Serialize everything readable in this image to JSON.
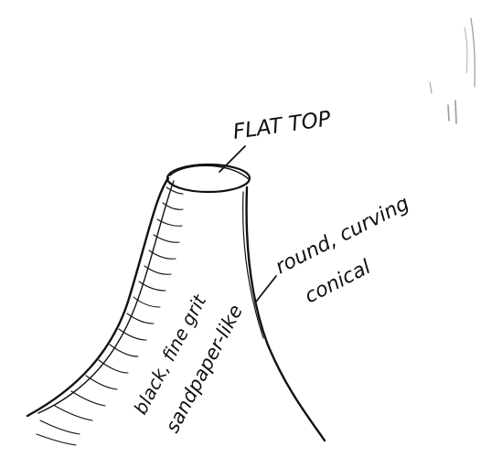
{
  "labels": {
    "top": "FLAT TOP",
    "shape_line1": "round, curving",
    "shape_line2": "conical",
    "texture_line1": "black, fine grit",
    "texture_line2": "sandpaper-like"
  },
  "colors": {
    "ink": "#111111",
    "paper": "#ffffff"
  }
}
